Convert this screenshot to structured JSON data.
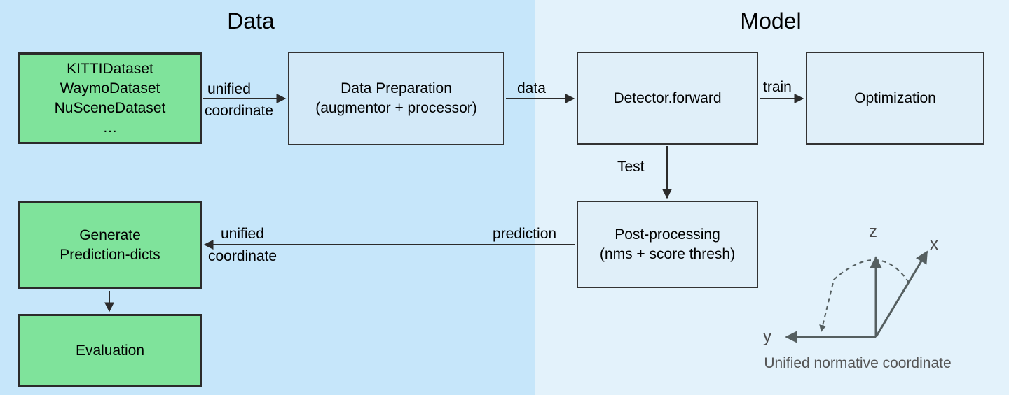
{
  "panels": {
    "data": {
      "title": "Data",
      "color": "#c6e6fa"
    },
    "model": {
      "title": "Model",
      "color": "#e3f2fb"
    }
  },
  "nodes": {
    "datasets": {
      "label": "KITTIDataset\nWaymoDataset\nNuSceneDataset\n…",
      "color": "#7fe39b"
    },
    "data_preparation": {
      "label": "Data Preparation\n(augmentor + processor)",
      "color": "#d3e9f8"
    },
    "detector_forward": {
      "label": "Detector.forward",
      "color": "#e0eff9"
    },
    "optimization": {
      "label": "Optimization",
      "color": "#e0eff9"
    },
    "post_processing": {
      "label": "Post-processing\n(nms + score thresh)",
      "color": "#e0eff9"
    },
    "generate_prediction_dicts": {
      "label": "Generate\nPrediction-dicts",
      "color": "#7fe39b"
    },
    "evaluation": {
      "label": "Evaluation",
      "color": "#7fe39b"
    }
  },
  "edges": {
    "datasets_to_dataprep_line1": "unified",
    "datasets_to_dataprep_line2": "coordinate",
    "dataprep_to_detector": "data",
    "detector_to_optimization": "train",
    "detector_to_postproc": "Test",
    "postproc_to_genpred": "prediction",
    "postproc_to_genpred_line1": "unified",
    "postproc_to_genpred_line2": "coordinate"
  },
  "coordinate_system": {
    "axis_x": "x",
    "axis_y": "y",
    "axis_z": "z",
    "caption": "Unified normative coordinate",
    "stroke": "#555f60"
  }
}
